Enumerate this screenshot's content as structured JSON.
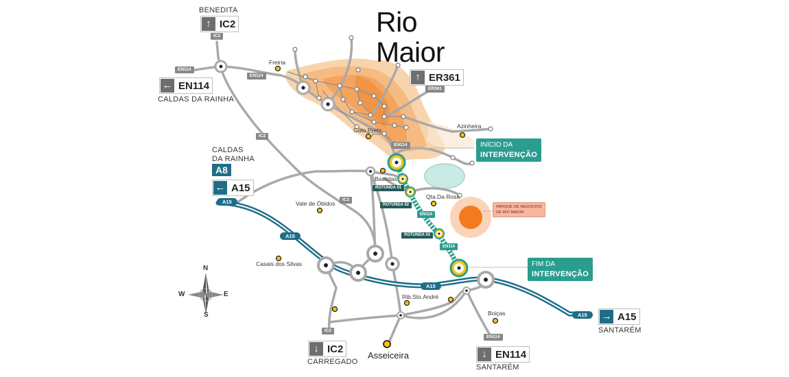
{
  "title": "Rio Maior",
  "signs": {
    "ic2_north": {
      "code": "IC2",
      "caption": "BENEDITA",
      "arrow": "↑"
    },
    "en114_west": {
      "code": "EN114",
      "caption": "CALDAS DA RAINHA",
      "arrow": "←"
    },
    "er361": {
      "code": "ER361",
      "arrow": "↑"
    },
    "a8": {
      "code": "A8",
      "caption": "CALDAS DA RAINHA",
      "caption_l1": "CALDAS",
      "caption_l2": "DA RAINHA"
    },
    "a15_west": {
      "code": "A15",
      "arrow": "←"
    },
    "a15_east": {
      "code": "A15",
      "caption": "SANTARÉM",
      "arrow": "→"
    },
    "ic2_south": {
      "code": "IC2",
      "caption": "CARREGADO",
      "arrow": "↓"
    },
    "en114_south": {
      "code": "EN114",
      "caption": "SANTARÉM",
      "arrow": "↓"
    }
  },
  "callouts": {
    "inicio": {
      "line1": "INÍCIO DA",
      "line2": "INTERVENÇÃO"
    },
    "fim": {
      "line1": "FIM DA",
      "line2": "INTERVENÇÃO"
    },
    "parque": {
      "line1": "PARQUE DE NEGOCIOS",
      "line2": "DE RIO MAIOR"
    }
  },
  "places": {
    "freiria": "Freiria",
    "gato_preto": "Gato Preto",
    "azinheira": "Azinheira",
    "bastidas": "Bastidas",
    "qta_rosa": "Qta.Da Rosa",
    "vale_obidos": "Vale de Óbidos",
    "casais_silvas": "Casais dos Silvas",
    "rib_sto_andre": "Rib.Sto.André",
    "boicas": "Boiças",
    "asseiceira": "Asseiceira"
  },
  "road_tags": {
    "ic2": "IC2",
    "en114": "EN114",
    "er361": "ER361",
    "a15": "A15",
    "rotunda1": "ROTUNDA 01",
    "rotunda2": "ROTUNDA 02",
    "rotunda3": "ROTUNDA 03"
  },
  "compass": {
    "n": "N",
    "s": "S",
    "e": "E",
    "w": "W"
  },
  "colors": {
    "a15": "#1f6e88",
    "intervention": "#2a9d8f",
    "node_yellow": "#f5c518",
    "urban": "#f3a25b",
    "parque": "#f47a20"
  }
}
